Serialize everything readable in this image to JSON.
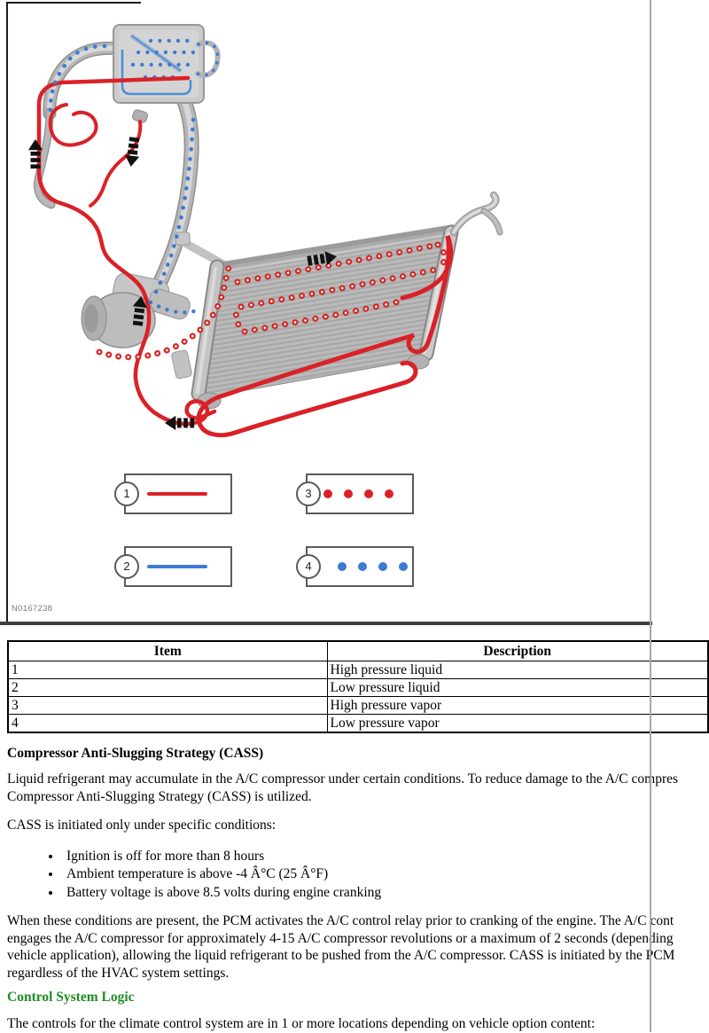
{
  "figure": {
    "caption": "N0167238",
    "colors": {
      "high_pressure_red": "#da2128",
      "low_pressure_blue": "#3b7bd4"
    },
    "legend": [
      {
        "number": "1",
        "style": "solid-line",
        "color": "#da2128"
      },
      {
        "number": "2",
        "style": "solid-line",
        "color": "#3b7bd4"
      },
      {
        "number": "3",
        "style": "dots",
        "color": "#da2128"
      },
      {
        "number": "4",
        "style": "dots",
        "color": "#3b7bd4"
      }
    ]
  },
  "table": {
    "headers": [
      "Item",
      "Description"
    ],
    "rows": [
      [
        "1",
        "High pressure liquid"
      ],
      [
        "2",
        "Low pressure liquid"
      ],
      [
        "3",
        "High pressure vapor"
      ],
      [
        "4",
        "Low pressure vapor"
      ]
    ]
  },
  "content": {
    "cass_heading": "Compressor Anti-Slugging Strategy (CASS)",
    "para1_line1": "Liquid refrigerant may accumulate in the A/C compressor under certain conditions. To reduce damage to the A/C compres",
    "para1_line2": "Compressor Anti-Slugging Strategy (CASS) is utilized.",
    "para2": "CASS is initiated only under specific conditions:",
    "bullets": [
      "Ignition is off for more than 8 hours",
      "Ambient temperature is above -4 Â°C (25 Â°F)",
      "Battery voltage is above 8.5 volts during engine cranking"
    ],
    "para3_line1": "When these conditions are present, the PCM activates the A/C control relay prior to cranking of the engine. The A/C cont",
    "para3_line2": "engages the A/C compressor for approximately 4-15 A/C compressor revolutions or a maximum of 2 seconds (depending",
    "para3_line3": "vehicle application), allowing the liquid refrigerant to be pushed from the A/C compressor. CASS is initiated by the PCM",
    "para3_line4": "regardless of the HVAC system settings.",
    "control_heading": "Control System Logic",
    "control_heading_color": "#1f8c1f",
    "para4": "The controls for the climate control system are in 1 or more locations depending on vehicle option content:"
  }
}
